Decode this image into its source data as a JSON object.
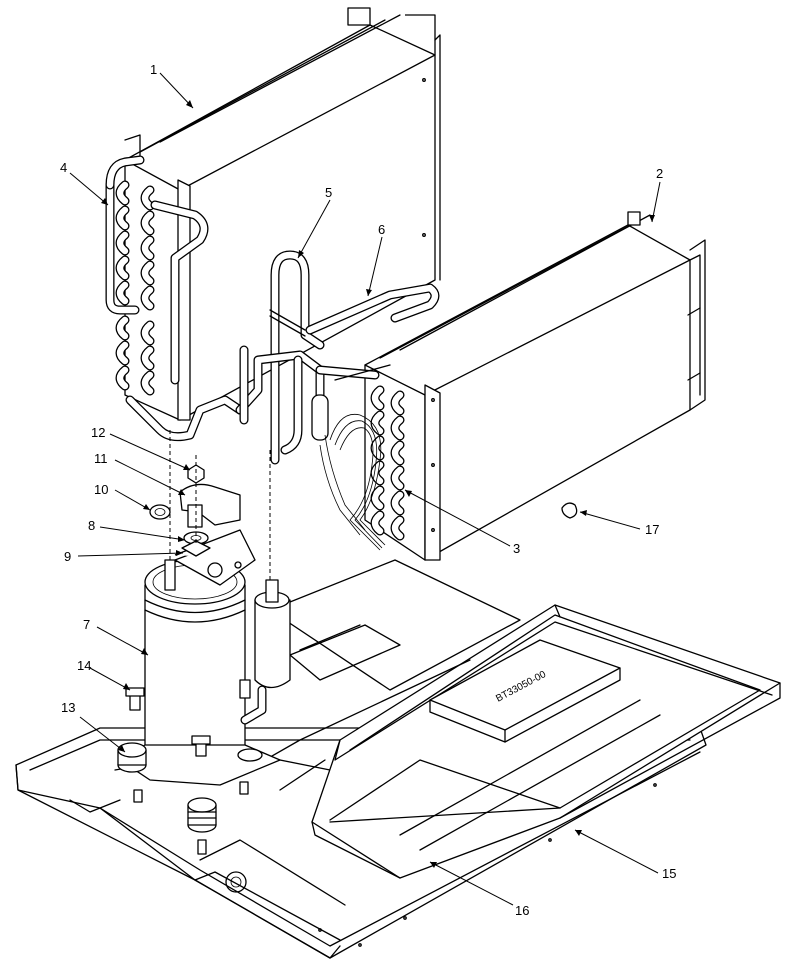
{
  "callouts": [
    {
      "id": "1",
      "label": "1"
    },
    {
      "id": "2",
      "label": "2"
    },
    {
      "id": "3",
      "label": "3"
    },
    {
      "id": "4",
      "label": "4"
    },
    {
      "id": "5",
      "label": "5"
    },
    {
      "id": "6",
      "label": "6"
    },
    {
      "id": "7",
      "label": "7"
    },
    {
      "id": "8",
      "label": "8"
    },
    {
      "id": "9",
      "label": "9"
    },
    {
      "id": "10",
      "label": "10"
    },
    {
      "id": "11",
      "label": "11"
    },
    {
      "id": "12",
      "label": "12"
    },
    {
      "id": "13",
      "label": "13"
    },
    {
      "id": "14",
      "label": "14"
    },
    {
      "id": "15",
      "label": "15"
    },
    {
      "id": "16",
      "label": "16"
    },
    {
      "id": "17",
      "label": "17"
    }
  ],
  "part_stamp": "BT33050-00"
}
